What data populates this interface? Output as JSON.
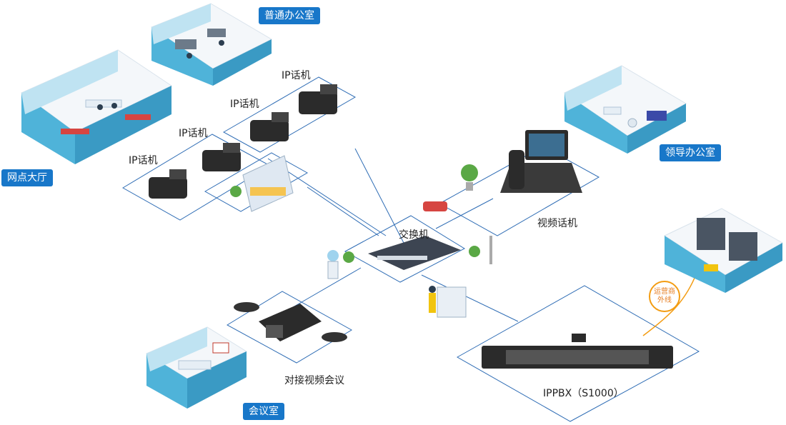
{
  "labels": {
    "lobby": "网点大厅",
    "general_office": "普通办公室",
    "leader_office": "领导办公室",
    "meeting_room": "会议室",
    "ip_phone_1": "IP话机",
    "ip_phone_2": "IP话机",
    "ip_phone_3": "IP话机",
    "ip_phone_4": "IP话机",
    "switch": "交换机",
    "video_phone": "视频话机",
    "video_conference": "对接视频会议",
    "ippbx": "IPPBX（S1000）",
    "carrier_line_1": "运营商",
    "carrier_line_2": "外线"
  },
  "colors": {
    "badge": "#1877c9",
    "line": "#2f6db5",
    "room_wall": "#4fb3d9",
    "room_floor": "#f4f7fa",
    "carrier_line": "#f39c12"
  }
}
